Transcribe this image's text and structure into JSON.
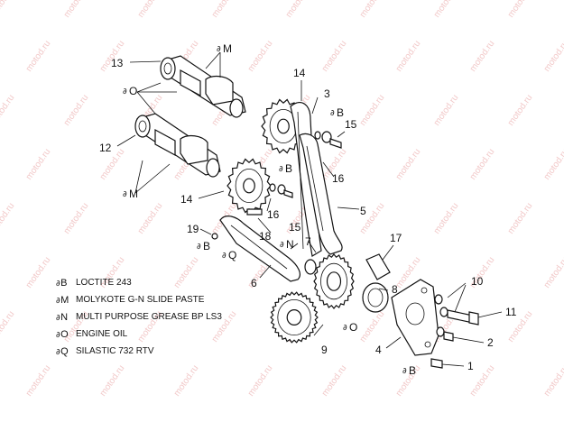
{
  "watermark": "motod.ru",
  "callouts": [
    "13",
    "14",
    "3",
    "12",
    "15",
    "16",
    "14",
    "16",
    "5",
    "19",
    "18",
    "15",
    "7",
    "17",
    "6",
    "10",
    "8",
    "11",
    "9",
    "2",
    "4",
    "1"
  ],
  "lube_marks": [
    "M",
    "O",
    "M",
    "B",
    "B",
    "B",
    "N",
    "Q",
    "O",
    "B"
  ],
  "legend": [
    {
      "key": "B",
      "text": "LOCTITE 243"
    },
    {
      "key": "M",
      "text": "MOLYKOTE G-N SLIDE PASTE"
    },
    {
      "key": "N",
      "text": "MULTI PURPOSE GREASE BP LS3"
    },
    {
      "key": "O",
      "text": "ENGINE OIL"
    },
    {
      "key": "Q",
      "text": "SILASTIC 732 RTV"
    }
  ],
  "drop_glyph": "∂"
}
